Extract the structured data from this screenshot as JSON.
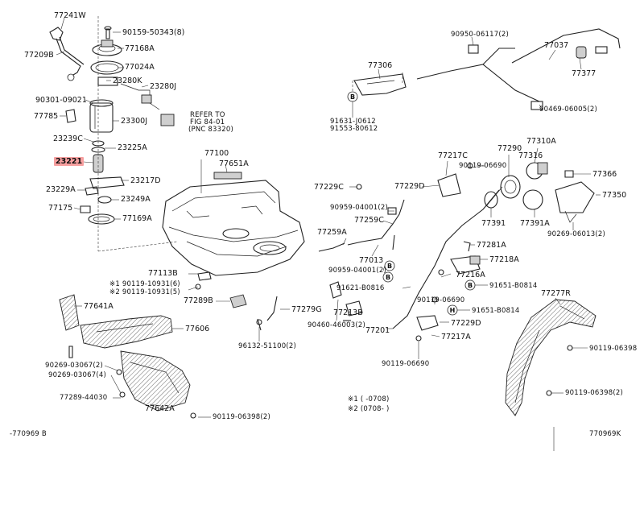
{
  "highlight_color": "#f7a0a0",
  "labels": [
    {
      "id": "l01",
      "text": "77241W"
    },
    {
      "id": "l02",
      "text": "90159-50343(8)"
    },
    {
      "id": "l03",
      "text": "77209B"
    },
    {
      "id": "l04",
      "text": "77168A"
    },
    {
      "id": "l05",
      "text": "77024A"
    },
    {
      "id": "l06",
      "text": "23280K"
    },
    {
      "id": "l07",
      "text": "23280J"
    },
    {
      "id": "l08",
      "text": "90301-09021"
    },
    {
      "id": "l09",
      "text": "77785"
    },
    {
      "id": "l10",
      "text": "23300J"
    },
    {
      "id": "l11",
      "text": "REFER TO"
    },
    {
      "id": "l12",
      "text": "FIG 84-01"
    },
    {
      "id": "l13",
      "text": "(PNC 83320)"
    },
    {
      "id": "l14",
      "text": "23239C"
    },
    {
      "id": "l15",
      "text": "23225A"
    },
    {
      "id": "l16",
      "text": "23221"
    },
    {
      "id": "l17",
      "text": "23217D"
    },
    {
      "id": "l18",
      "text": "23229A"
    },
    {
      "id": "l19",
      "text": "23249A"
    },
    {
      "id": "l20",
      "text": "77175"
    },
    {
      "id": "l21",
      "text": "77169A"
    },
    {
      "id": "l22",
      "text": "77100"
    },
    {
      "id": "l23",
      "text": "77651A"
    },
    {
      "id": "l24",
      "text": "77113B"
    },
    {
      "id": "l25",
      "text": "※1 90119-10931(6)"
    },
    {
      "id": "l26",
      "text": "※2 90119-10931(5)"
    },
    {
      "id": "l27",
      "text": "77289B"
    },
    {
      "id": "l28",
      "text": "77641A"
    },
    {
      "id": "l29",
      "text": "77606"
    },
    {
      "id": "l30",
      "text": "90269-03067(2)"
    },
    {
      "id": "l31",
      "text": "90269-03067(4)"
    },
    {
      "id": "l32",
      "text": "77289-44030"
    },
    {
      "id": "l33",
      "text": "77642A"
    },
    {
      "id": "l34",
      "text": "90119-06398(2)"
    },
    {
      "id": "l35",
      "text": "77279G"
    },
    {
      "id": "l36",
      "text": "96132-51100(2)"
    },
    {
      "id": "l37",
      "text": "90950-06117(2)"
    },
    {
      "id": "l38",
      "text": "77037"
    },
    {
      "id": "l39",
      "text": "77306"
    },
    {
      "id": "l40",
      "text": "77377"
    },
    {
      "id": "l41",
      "text": "90469-06005(2)"
    },
    {
      "id": "l42",
      "text": "91631-J0612"
    },
    {
      "id": "l43",
      "text": "91553-80612"
    },
    {
      "id": "l44",
      "text": "77217C"
    },
    {
      "id": "l45",
      "text": "77290"
    },
    {
      "id": "l46",
      "text": "77310A"
    },
    {
      "id": "l47",
      "text": "77316"
    },
    {
      "id": "l48",
      "text": "90119-06690"
    },
    {
      "id": "l49",
      "text": "77366"
    },
    {
      "id": "l50",
      "text": "77229C"
    },
    {
      "id": "l51",
      "text": "77229D"
    },
    {
      "id": "l52",
      "text": "77350"
    },
    {
      "id": "l53",
      "text": "90959-04001(2)"
    },
    {
      "id": "l54",
      "text": "77259C"
    },
    {
      "id": "l55",
      "text": "77391"
    },
    {
      "id": "l56",
      "text": "77391A"
    },
    {
      "id": "l57",
      "text": "90269-06013(2)"
    },
    {
      "id": "l58",
      "text": "77259A"
    },
    {
      "id": "l59",
      "text": "77281A"
    },
    {
      "id": "l60",
      "text": "77013"
    },
    {
      "id": "l61",
      "text": "90959-04001(2)"
    },
    {
      "id": "l62",
      "text": "77218A"
    },
    {
      "id": "l63",
      "text": "77216A"
    },
    {
      "id": "l64",
      "text": "91621-B0816"
    },
    {
      "id": "l65",
      "text": "91651-B0814"
    },
    {
      "id": "l66",
      "text": "77277R"
    },
    {
      "id": "l67",
      "text": "90119-06690"
    },
    {
      "id": "l68",
      "text": "91651-B0814"
    },
    {
      "id": "l69",
      "text": "77213B"
    },
    {
      "id": "l70",
      "text": "90460-46003(2)"
    },
    {
      "id": "l71",
      "text": "77201"
    },
    {
      "id": "l72",
      "text": "77229D"
    },
    {
      "id": "l73",
      "text": "77217A"
    },
    {
      "id": "l74",
      "text": "90119-06398"
    },
    {
      "id": "l75",
      "text": "90119-06690"
    },
    {
      "id": "l76",
      "text": "90119-06398(2)"
    },
    {
      "id": "l77",
      "text": "※1 (      -0708)"
    },
    {
      "id": "l78",
      "text": "※2 (0708-      )"
    },
    {
      "id": "l79",
      "text": "-770969 B"
    },
    {
      "id": "l80",
      "text": "770969K"
    }
  ],
  "callouts": [
    "B",
    "B",
    "B",
    "B",
    "H"
  ]
}
